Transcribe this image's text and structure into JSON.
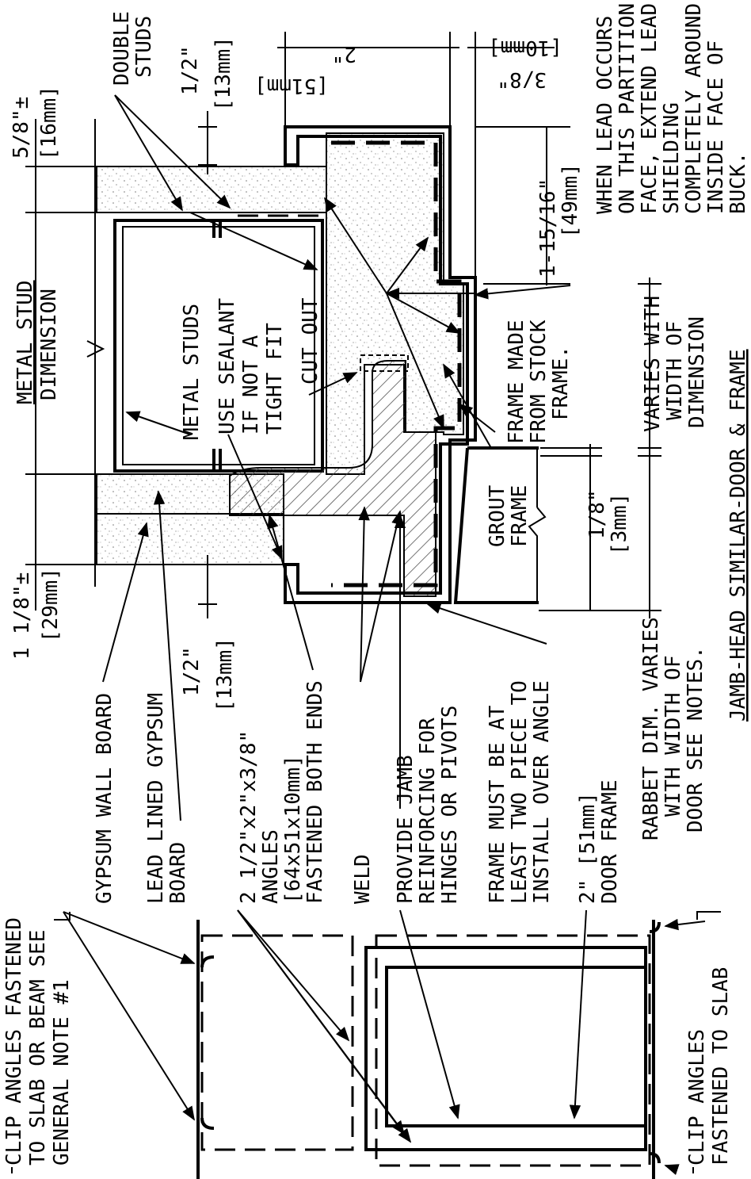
{
  "colors": {
    "ink": "#000000",
    "paper": "#ffffff",
    "hatch": "#444444"
  },
  "dimensions": {
    "top_2in": "2\"",
    "top_51mm": "[51mm]",
    "top_3_8": "3/8\"",
    "top_10mm": "[10mm]",
    "left_5_8": "5/8\"±",
    "left_16mm": "[16mm]",
    "left_1_2": "1/2\"",
    "left_13mm": "[13mm]",
    "metal_stud": "METAL STUD",
    "dimension": "DIMENSION",
    "left_1_1_8_a": "1",
    "left_1_1_8_b": "1/8\"±",
    "left_29mm": "[29mm]",
    "bottom_1_2": "1/2\"",
    "bottom_13mm": "[13mm]",
    "r_1_15_16": "1-15/16\"",
    "r_49mm": "[49mm]",
    "r_1_8": "1/8\"",
    "r_3mm": "[3mm]"
  },
  "labels": {
    "double_studs": [
      "DOUBLE",
      "STUDS"
    ],
    "lead_note": [
      "WHEN LEAD OCCURS",
      "ON THIS PARTITION",
      "FACE, EXTEND LEAD",
      "SHIELDING",
      "COMPLETELY AROUND",
      "INSIDE FACE OF",
      "BUCK."
    ],
    "metal_studs": "METAL STUDS",
    "sealant": [
      "USE SEALANT",
      "IF NOT A",
      "TIGHT FIT"
    ],
    "cut_out": "CUT OUT",
    "frame_made": [
      "FRAME MADE",
      "FROM STOCK",
      "FRAME."
    ],
    "varies": [
      "VARIES WITH",
      "WIDTH OF",
      "DIMENSION"
    ],
    "grout_frame": [
      "GROUT",
      "FRAME"
    ],
    "title": "JAMB-HEAD SIMILAR-DOOR & FRAME",
    "rabbet": [
      "RABBET DIM. VARIES",
      "WITH WIDTH OF",
      "DOOR SEE NOTES."
    ],
    "gypsum_wall_board": "GYPSUM WALL BOARD",
    "lead_lined": [
      "LEAD LINED GYPSUM",
      "BOARD"
    ],
    "angles": [
      "2 1/2\"x2\"x3/8\"",
      "ANGLES",
      "[64x51x10mm]",
      "FASTENED BOTH ENDS"
    ],
    "weld": "WELD",
    "reinforcing": [
      "PROVIDE JAMB",
      "REINFORCING FOR",
      "HINGES OR PIVOTS"
    ],
    "two_piece": [
      "FRAME MUST BE AT",
      "LEAST TWO PIECE TO",
      "INSTALL OVER ANGLE"
    ],
    "door_frame": [
      "2\" [51mm]",
      "DOOR FRAME"
    ],
    "clip_top": [
      "CLIP ANGLES FASTENED",
      "TO SLAB OR BEAM SEE",
      "GENERAL NOTE #1"
    ],
    "clip_bottom": [
      "CLIP ANGLES",
      "FASTENED TO SLAB"
    ]
  }
}
